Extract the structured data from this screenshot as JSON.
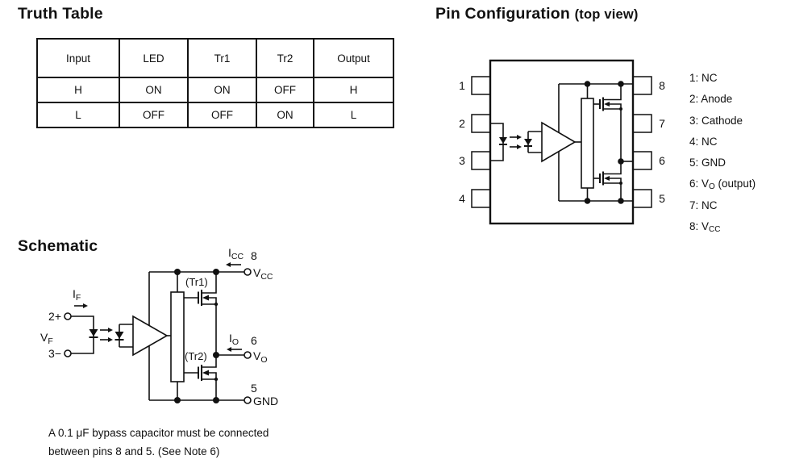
{
  "page": {
    "background": "#ffffff",
    "ink": "#111111"
  },
  "truth_table": {
    "title": "Truth Table",
    "headers": [
      "Input",
      "LED",
      "Tr1",
      "Tr2",
      "Output"
    ],
    "rows": [
      [
        "H",
        "ON",
        "ON",
        "OFF",
        "H"
      ],
      [
        "L",
        "OFF",
        "OFF",
        "ON",
        "L"
      ]
    ]
  },
  "pin_config": {
    "title": "Pin Configuration",
    "title_suffix": "(top view)",
    "left_pin_numbers": [
      "1",
      "2",
      "3",
      "4"
    ],
    "right_pin_numbers": [
      "8",
      "7",
      "6",
      "5"
    ],
    "pin_labels": [
      {
        "pre": "1: NC",
        "sub": "",
        "post": ""
      },
      {
        "pre": "2: Anode",
        "sub": "",
        "post": ""
      },
      {
        "pre": "3: Cathode",
        "sub": "",
        "post": ""
      },
      {
        "pre": "4: NC",
        "sub": "",
        "post": ""
      },
      {
        "pre": "5: GND",
        "sub": "",
        "post": ""
      },
      {
        "pre": "6: V",
        "sub": "O",
        "post": " (output)"
      },
      {
        "pre": "7: NC",
        "sub": "",
        "post": ""
      },
      {
        "pre": "8: V",
        "sub": "CC",
        "post": ""
      }
    ]
  },
  "schematic": {
    "title": "Schematic",
    "labels": {
      "if": {
        "pre": "I",
        "sub": "F"
      },
      "vf": {
        "pre": "V",
        "sub": "F"
      },
      "icc": {
        "pre": "I",
        "sub": "CC"
      },
      "vcc": {
        "pre": "V",
        "sub": "CC"
      },
      "io": {
        "pre": "I",
        "sub": "O"
      },
      "vo": {
        "pre": "V",
        "sub": "O"
      },
      "pin2": "2+",
      "pin3": "3−",
      "pin5": "5",
      "pin6": "6",
      "pin8": "8",
      "gnd": "GND",
      "tr1": "(Tr1)",
      "tr2": "(Tr2)"
    },
    "note_line1": "A 0.1 μF bypass capacitor must be connected",
    "note_line2": "between pins 8 and 5. (See Note 6)"
  }
}
